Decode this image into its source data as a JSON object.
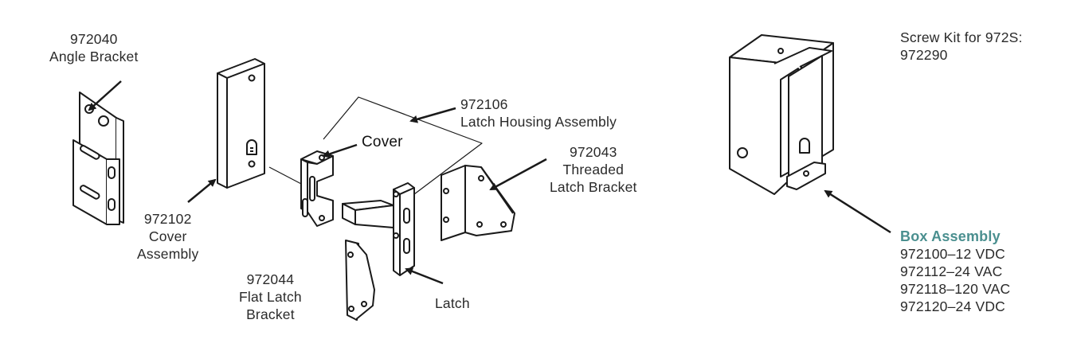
{
  "labels": {
    "angle_bracket": {
      "part": "972040",
      "name": "Angle Bracket"
    },
    "latch_housing": {
      "part": "972106",
      "name": "Latch Housing Assembly"
    },
    "cover": "Cover",
    "threaded_bracket": {
      "part": "972043",
      "line1": "Threaded",
      "line2": "Latch Bracket"
    },
    "cover_assembly": {
      "part": "972102",
      "line1": "Cover",
      "line2": "Assembly"
    },
    "flat_bracket": {
      "part": "972044",
      "line1": "Flat Latch",
      "line2": "Bracket"
    },
    "latch": "Latch",
    "screw_kit": {
      "line1": "Screw Kit for 972S:",
      "line2": "972290"
    },
    "box_assembly": {
      "title": "Box Assembly",
      "variants": [
        "972100–12 VDC",
        "972112–24 VAC",
        "972118–120 VAC",
        "972120–24 VDC"
      ]
    }
  },
  "colors": {
    "line": "#1a1a1a",
    "accent": "#4a8f8f"
  }
}
